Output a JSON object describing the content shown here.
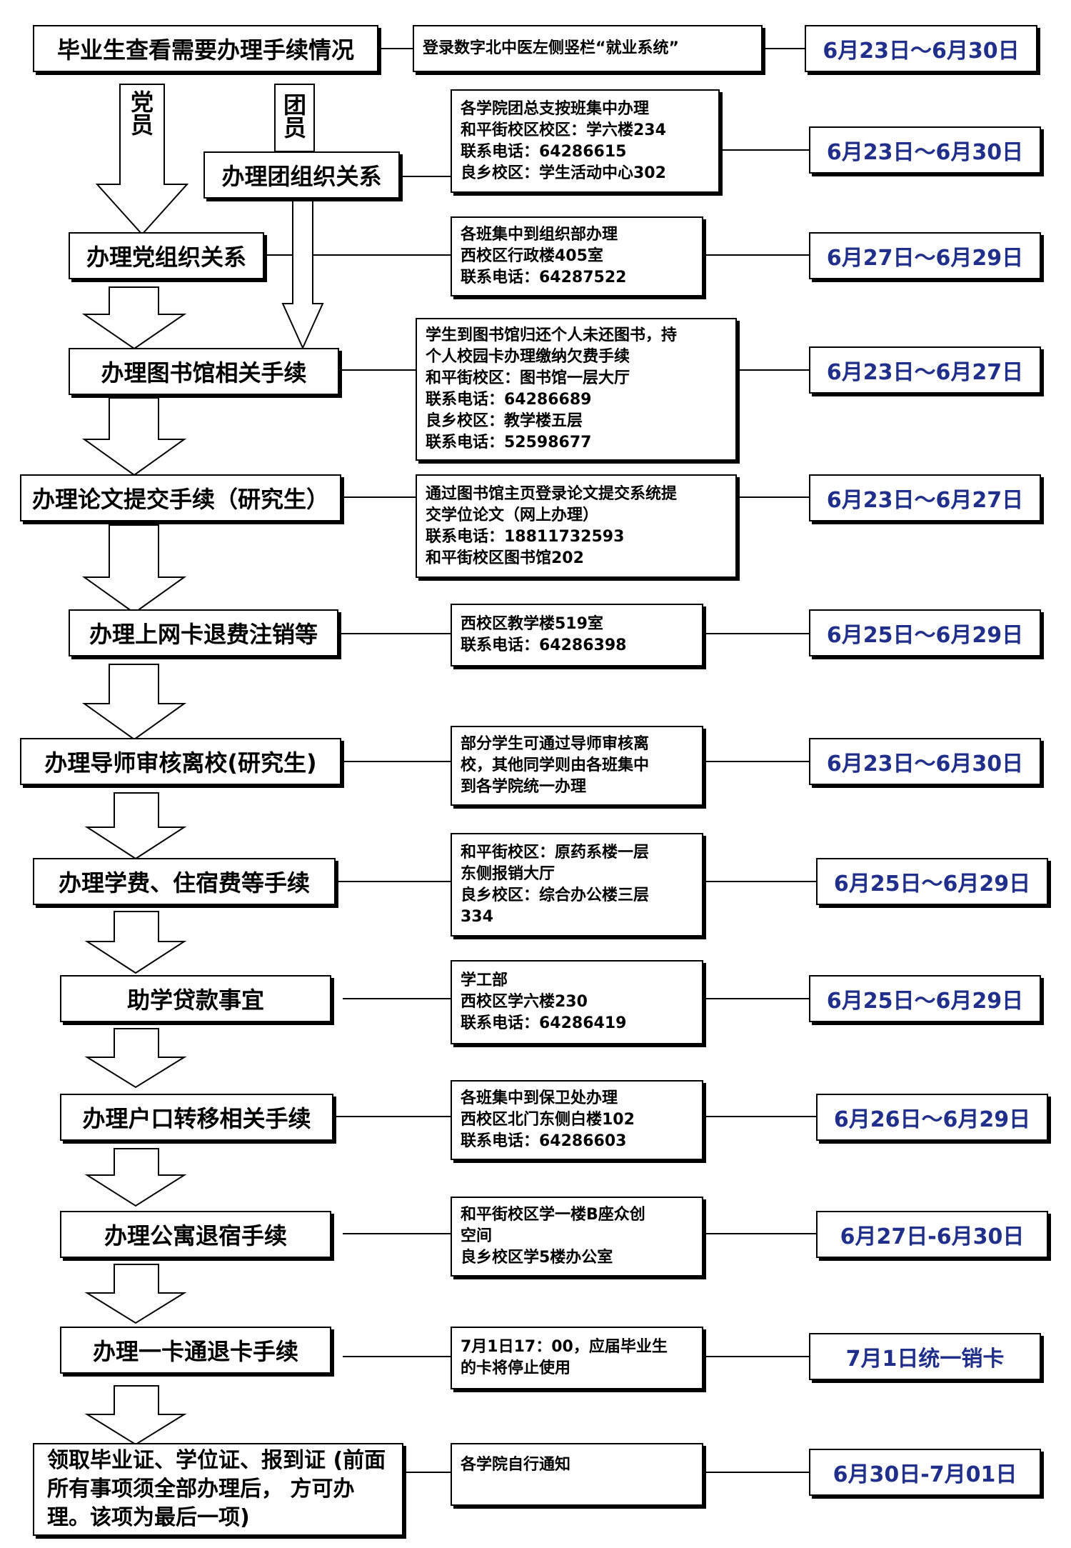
{
  "branch_labels": {
    "party": "党员",
    "league": "团员"
  },
  "rows": [
    {
      "step": "毕业生查看需要办理手续情况",
      "info": "登录数字北中医左侧竖栏“就业系统”",
      "date": "6月23日～6月30日"
    },
    {
      "step": "办理团组织关系",
      "info": "各学院团总支按班集中办理\n和平街校区校区：学六楼234\n联系电话：64286615\n良乡校区：学生活动中心302",
      "date": "6月23日～6月30日"
    },
    {
      "step": "办理党组织关系",
      "info": "各班集中到组织部办理\n西校区行政楼405室\n联系电话：64287522",
      "date": "6月27日～6月29日"
    },
    {
      "step": "办理图书馆相关手续",
      "info": "学生到图书馆归还个人未还图书，持\n个人校园卡办理缴纳欠费手续\n和平街校区：图书馆一层大厅\n联系电话：64286689\n良乡校区：教学楼五层\n联系电话：52598677",
      "date": "6月23日～6月27日"
    },
    {
      "step": "办理论文提交手续（研究生）",
      "info": "通过图书馆主页登录论文提交系统提\n交学位论文（网上办理）\n联系电话：18811732593\n和平街校区图书馆202",
      "date": "6月23日～6月27日"
    },
    {
      "step": "办理上网卡退费注销等",
      "info": "西校区教学楼519室\n联系电话：64286398",
      "date": "6月25日～6月29日"
    },
    {
      "step": "办理导师审核离校(研究生)",
      "info": "部分学生可通过导师审核离\n校，其他同学则由各班集中\n到各学院统一办理",
      "date": "6月23日～6月30日"
    },
    {
      "step": "办理学费、住宿费等手续",
      "info": "和平街校区：原药系楼一层\n东侧报销大厅\n良乡校区：综合办公楼三层\n334",
      "date": "6月25日～6月29日"
    },
    {
      "step": "助学贷款事宜",
      "info": "学工部\n西校区学六楼230\n联系电话：64286419",
      "date": "6月25日～6月29日"
    },
    {
      "step": "办理户口转移相关手续",
      "info": "各班集中到保卫处办理\n西校区北门东侧白楼102\n联系电话：64286603",
      "date": "6月26日～6月29日"
    },
    {
      "step": "办理公寓退宿手续",
      "info": "和平街校区学一楼B座众创\n空间\n良乡校区学5楼办公室",
      "date": "6月27日-6月30日"
    },
    {
      "step": "办理一卡通退卡手续",
      "info": "7月1日17：00，应届毕业生\n的卡将停止使用",
      "date": "7月1日统一销卡"
    },
    {
      "step": "领取毕业证、学位证、报到证\n(前面所有事项须全部办理后，\n方可办理。该项为最后一项)",
      "info": "各学院自行通知",
      "date": "6月30日-7月01日"
    }
  ]
}
